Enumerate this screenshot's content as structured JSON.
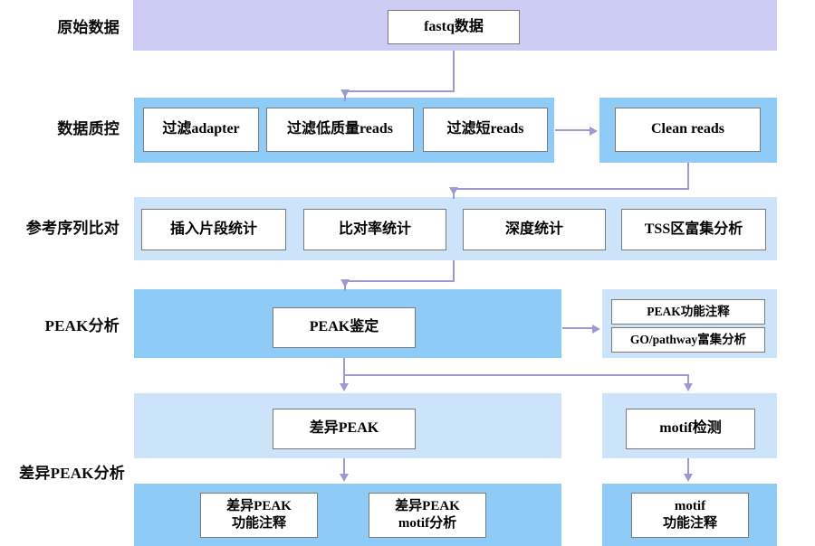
{
  "diagram": {
    "title": "ATAC-seq / ChIP-seq analysis pipeline flowchart",
    "colors": {
      "band_lavender": "#ccccf5",
      "band_blue_medium": "#8ecbf7",
      "band_blue_light": "#cce4f9",
      "connector": "#9d99d2",
      "node_border": "#7a7a7a",
      "node_fill": "#ffffff",
      "text": "#000000"
    },
    "stages": [
      {
        "id": "raw-data",
        "label": "原始数据"
      },
      {
        "id": "data-qc",
        "label": "数据质控"
      },
      {
        "id": "reference-alignment",
        "label": "参考序列比对"
      },
      {
        "id": "peak-analysis",
        "label": "PEAK分析"
      },
      {
        "id": "differential-peak-analysis",
        "label": "差异PEAK分析"
      }
    ],
    "nodes": {
      "fastq": "fastq数据",
      "filter_adapter": "过滤adapter",
      "filter_low_quality_reads": "过滤低质量reads",
      "filter_short_reads": "过滤短reads",
      "clean_reads": "Clean reads",
      "insert_fragment_stats": "插入片段统计",
      "alignment_rate_stats": "比对率统计",
      "depth_stats": "深度统计",
      "tss_enrichment": "TSS区富集分析",
      "peak_calling": "PEAK鉴定",
      "peak_function_annotation": "PEAK功能注释",
      "go_pathway_enrichment": "GO/pathway富集分析",
      "differential_peak": "差异PEAK",
      "motif_detection": "motif检测",
      "differential_peak_function_annotation_line1": "差异PEAK",
      "differential_peak_function_annotation_line2": "功能注释",
      "differential_peak_motif_analysis_line1": "差异PEAK",
      "differential_peak_motif_analysis_line2": "motif分析",
      "motif_function_annotation_line1": "motif",
      "motif_function_annotation_line2": "功能注释"
    }
  }
}
